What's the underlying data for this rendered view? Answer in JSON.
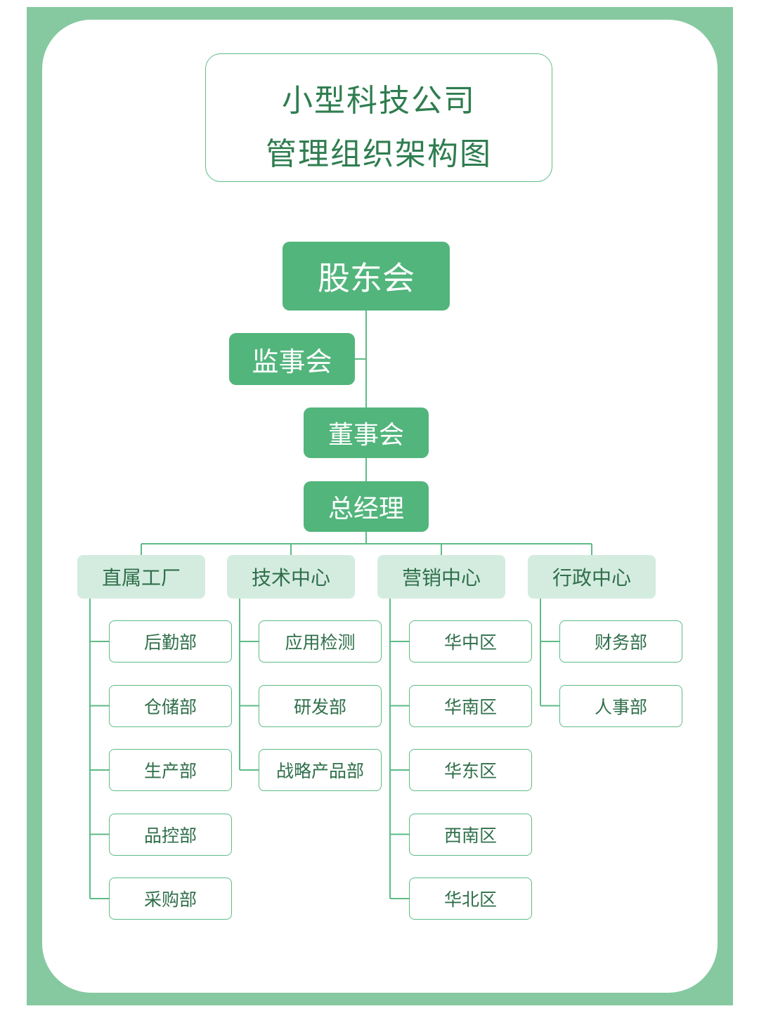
{
  "title": {
    "line1": "小型科技公司",
    "line2": "管理组织架构图"
  },
  "top_nodes": {
    "shareholders": "股东会",
    "supervisors": "监事会",
    "board": "董事会",
    "gm": "总经理"
  },
  "centers": [
    {
      "label": "直属工厂",
      "children": [
        "后勤部",
        "仓储部",
        "生产部",
        "品控部",
        "采购部"
      ]
    },
    {
      "label": "技术中心",
      "children": [
        "应用检测",
        "研发部",
        "战略产品部"
      ]
    },
    {
      "label": "营销中心",
      "children": [
        "华中区",
        "华南区",
        "华东区",
        "西南区",
        "华北区"
      ]
    },
    {
      "label": "行政中心",
      "children": [
        "财务部",
        "人事部"
      ]
    }
  ],
  "colors": {
    "frame": "#86c9a0",
    "node_dark": "#52b57c",
    "node_light": "#d4ece0",
    "line": "#5dbb86",
    "text_dark": "#2f7d50"
  }
}
